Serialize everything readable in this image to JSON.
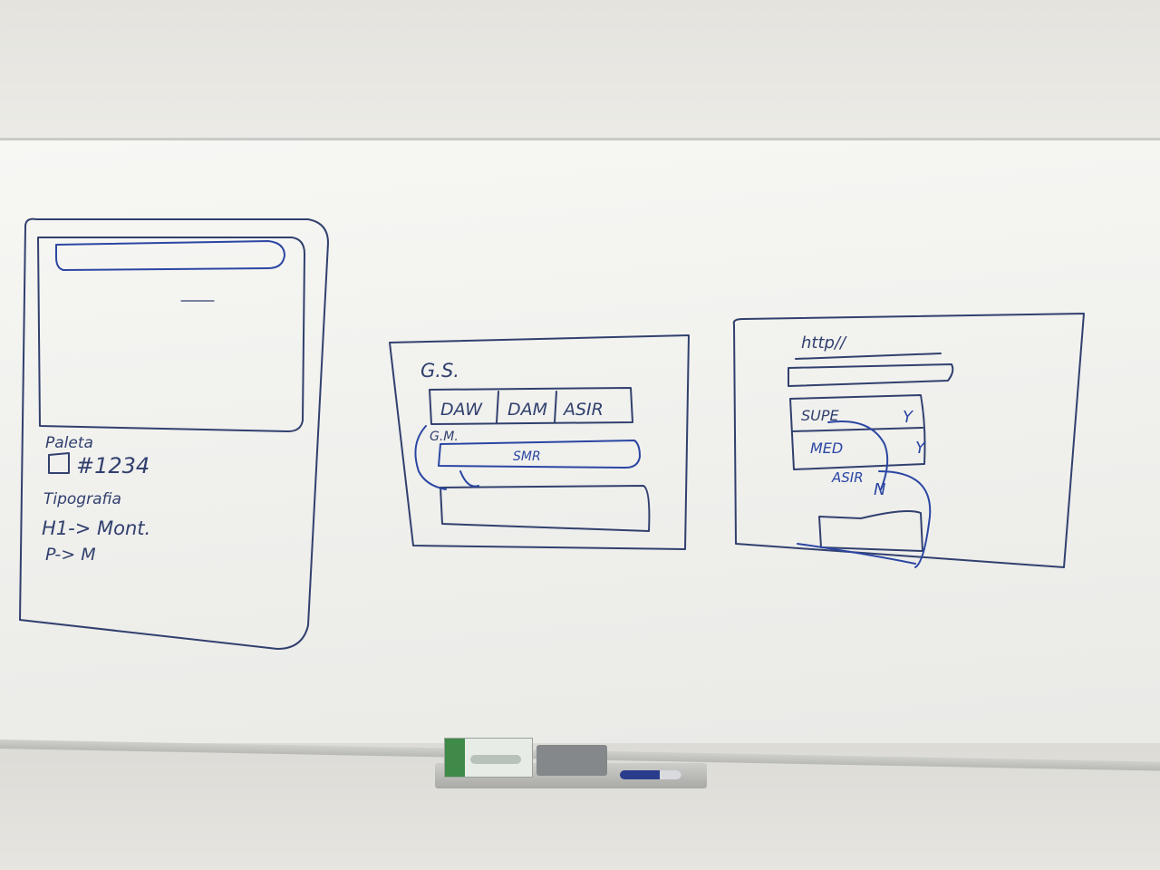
{
  "board": {
    "sketch_left": {
      "palette_label": "Paleta",
      "color_code": "#1234",
      "typography_label": "Tipografia",
      "h1_rule": "H1-> Mont.",
      "p_rule": "P-> M"
    },
    "sketch_middle": {
      "title": "G.S.",
      "tabs": [
        "DAW",
        "DAM",
        "ASIR"
      ],
      "subtitle": "G.M.",
      "sub_item": "SMR"
    },
    "sketch_right": {
      "title": "http//",
      "rows": [
        "SUPE",
        "MED",
        "ASIR"
      ],
      "marks": [
        "Y",
        "Y",
        "N"
      ]
    }
  },
  "colors": {
    "ink_dark": "#31406e",
    "ink_blue": "#2b46a3",
    "board_surface": "#f4f4f1"
  }
}
